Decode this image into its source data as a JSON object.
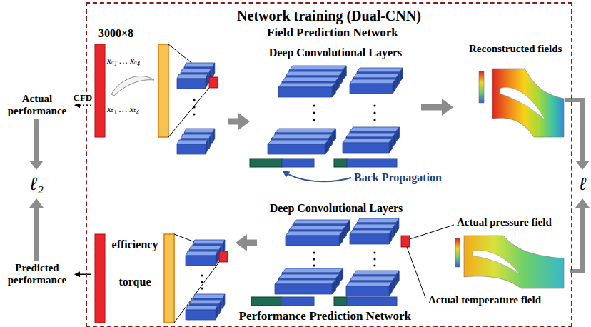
{
  "diagram": {
    "nodes": [
      {
        "text": [
          "Network training (Dual-CNN)"
        ]
      },
      {
        "text": [
          "3000×8",
          "xₐ₁ … xₐ₄",
          "xₜ₁ … xₜ₄"
        ],
        "in": 0
      },
      {
        "text": [
          "Deep Convolutional Layers"
        ],
        "in": 0
      },
      {
        "text": [
          "Reconstructed fields"
        ],
        "in": 0
      },
      {
        "text": [
          "ℓ"
        ]
      },
      {
        "text": [
          "Deep Convolutional Layers"
        ],
        "in": 0
      },
      {
        "text": [
          "Actual pressure field",
          "Actual temperature field"
        ],
        "in": 0
      },
      {
        "text": [
          "efficiency",
          "torque"
        ],
        "in": 0
      },
      {
        "text": [
          "Actual performance"
        ]
      },
      {
        "text": [
          "ℓ₂"
        ]
      },
      {
        "text": [
          "Predicted performance"
        ]
      }
    ],
    "edges": [
      {
        "from": 1,
        "to": 2,
        "arrow": "to"
      },
      {
        "from": 2,
        "to": 3,
        "arrow": "to"
      },
      {
        "from": 3,
        "to": 4,
        "arrow": "to"
      },
      {
        "from": 6,
        "to": 4,
        "arrow": "to"
      },
      {
        "from": 5,
        "to": 7,
        "arrow": "to"
      },
      {
        "from": 1,
        "to": 8,
        "label": "CFD",
        "arrow": "to"
      },
      {
        "from": 8,
        "to": 9,
        "arrow": "to"
      },
      {
        "from": 10,
        "to": 9,
        "arrow": "to"
      },
      {
        "from": 7,
        "to": 10,
        "arrow": "to"
      }
    ],
    "labels": [
      "Field Prediction Network",
      "Back Propagation",
      "Performance Prediction Network"
    ]
  }
}
